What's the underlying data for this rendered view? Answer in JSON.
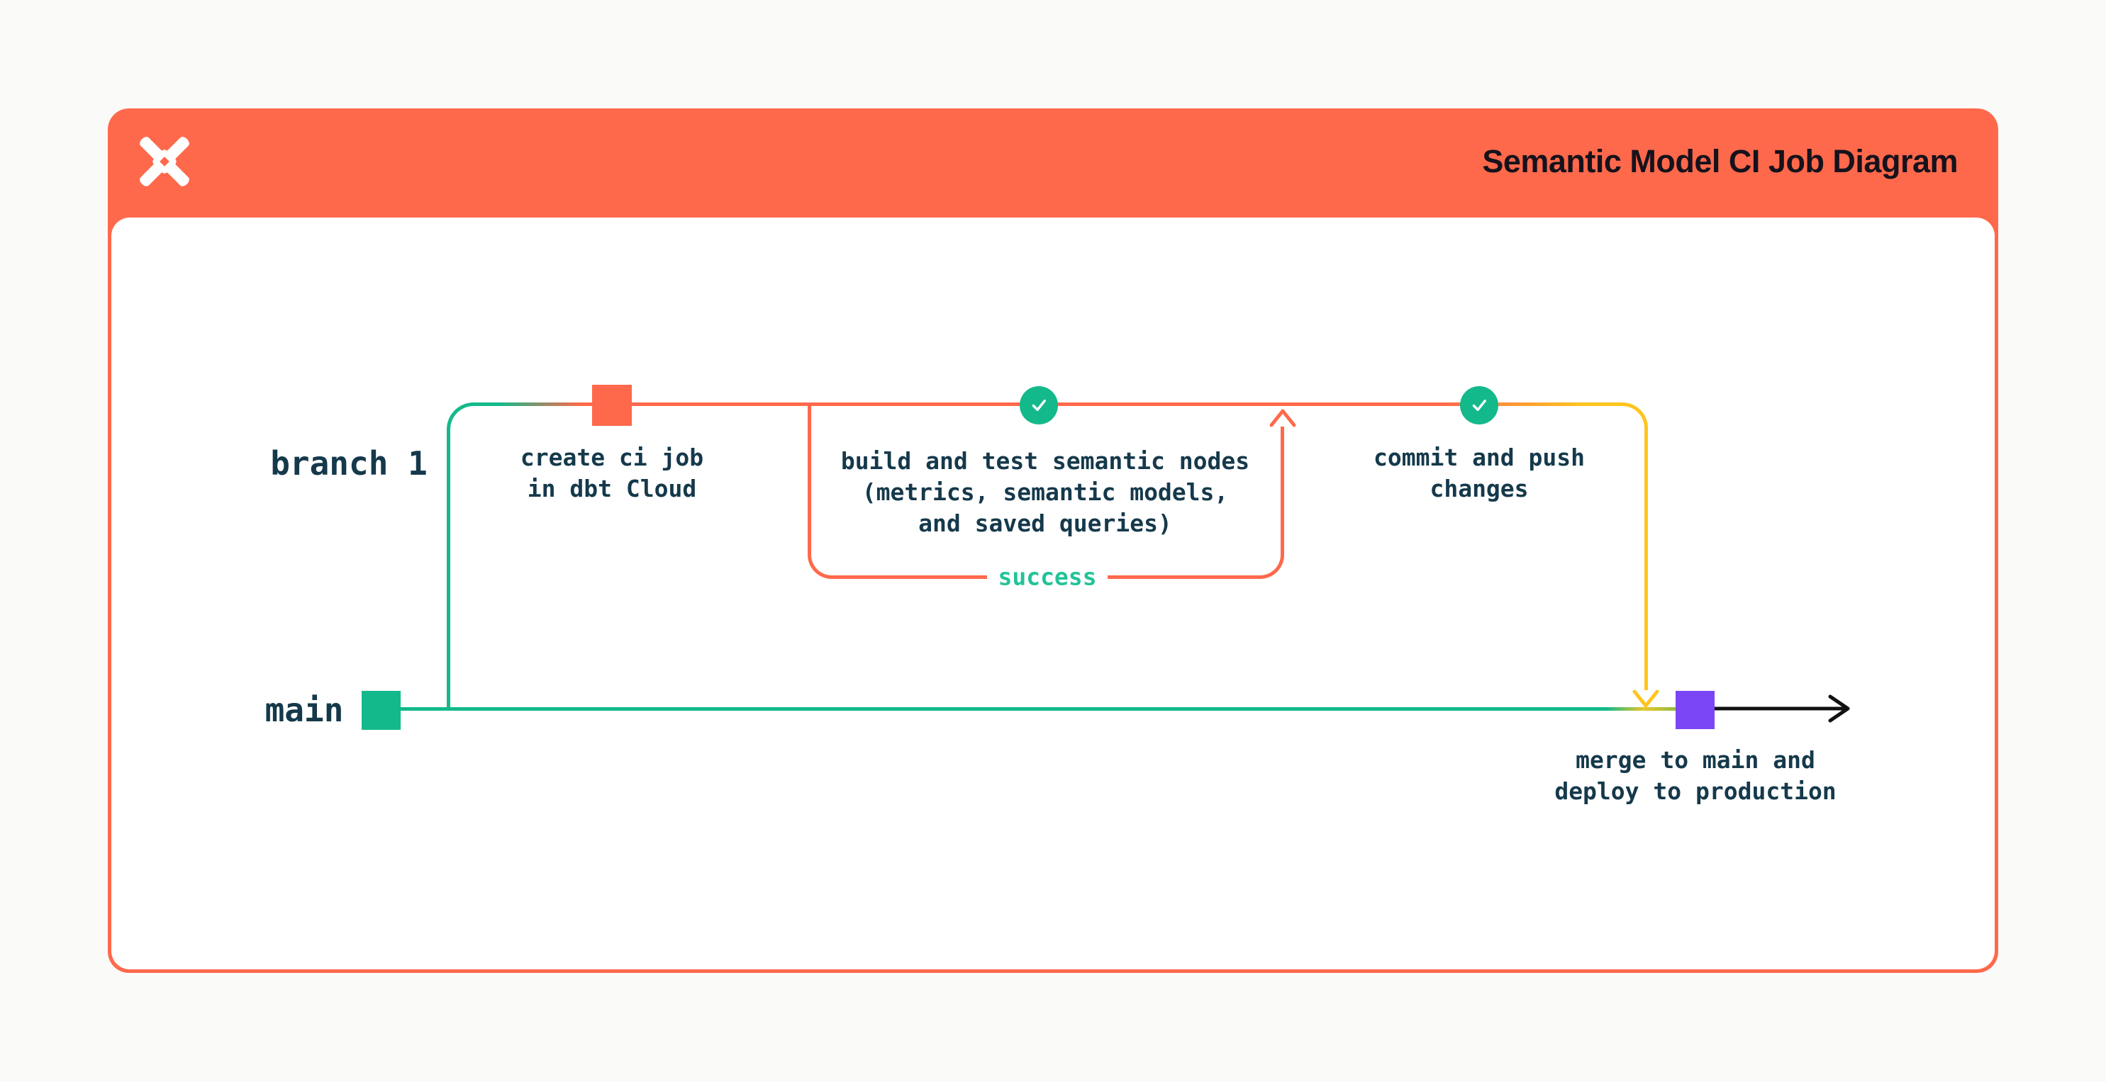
{
  "colors": {
    "orange": "#FF694B",
    "green": "#13B98A",
    "success_green": "#22C399",
    "yellow": "#FFC51E",
    "purple": "#7A46F5",
    "text_dark": "#15394B",
    "title_dark": "#16121C",
    "page_bg": "#FAFAF8",
    "card_bg": "#FFFFFF",
    "black": "#111111"
  },
  "icons": {
    "logo": "dbt-star-logo",
    "check": "checkmark-circle",
    "arrow_up": "arrow-up",
    "arrow_down": "arrow-down",
    "arrow_right": "arrow-right"
  },
  "header": {
    "title": "Semantic Model CI Job Diagram"
  },
  "diagram": {
    "branch_label": "branch 1",
    "main_label": "main",
    "success_label": "success",
    "steps": {
      "create_ci": {
        "line1": "create ci job",
        "line2": "in dbt Cloud"
      },
      "build_test": {
        "line1": "build and test semantic nodes",
        "line2": "(metrics, semantic models,",
        "line3": "and saved queries)"
      },
      "commit_push": {
        "line1": "commit and push",
        "line2": "changes"
      },
      "merge": {
        "line1": "merge to main and",
        "line2": "deploy to production"
      }
    }
  }
}
